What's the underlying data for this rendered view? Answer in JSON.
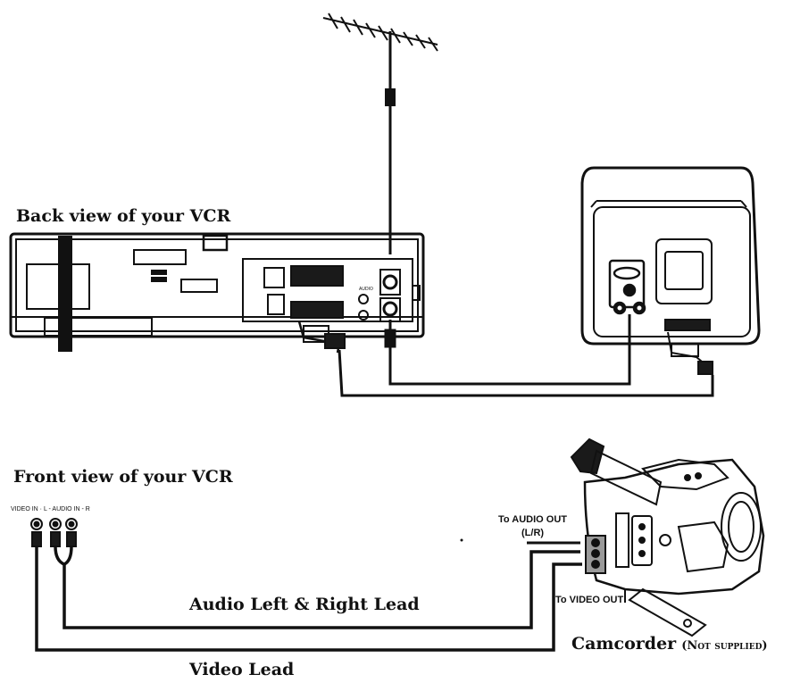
{
  "labels": {
    "back_view": "Back view of your VCR",
    "front_view": "Front view of your VCR",
    "front_jacks": "VIDEO IN  ·  L - AUDIO IN - R",
    "to_audio_out_line1": "To AUDIO OUT",
    "to_audio_out_line2": "(L/R)",
    "to_video_out": "To VIDEO OUT",
    "audio_lead": "Audio Left & Right Lead",
    "video_lead": "Video Lead",
    "camcorder": "Camcorder",
    "camcorder_note": "(Not supplied)"
  },
  "colors": {
    "line": "#111111",
    "fill_dark": "#1a1a1a",
    "fill_mid": "#9a9a9a",
    "fill_light": "#e8e8e8"
  }
}
